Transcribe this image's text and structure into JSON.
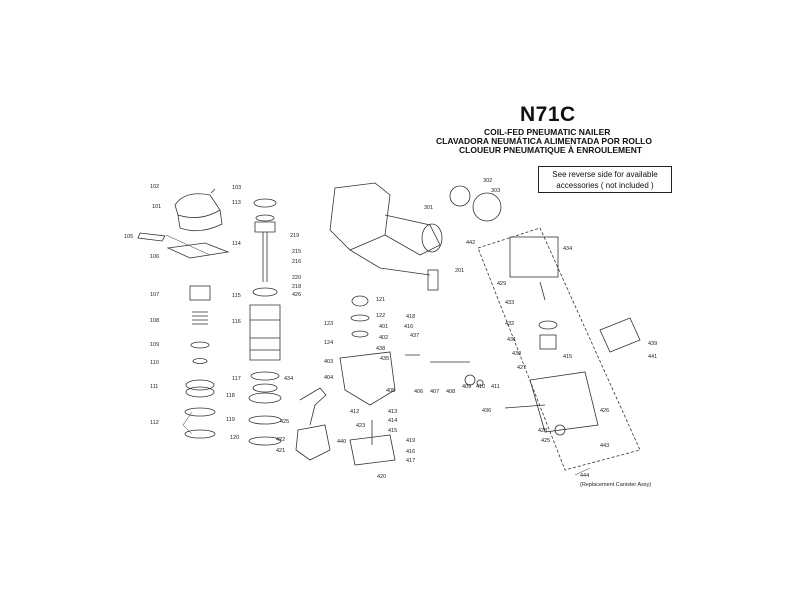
{
  "header": {
    "model": "N71C",
    "line_en": "COIL-FED PNEUMATIC NAILER",
    "line_es": "CLAVADORA NEUMÁTICA ALIMENTADA POR ROLLO",
    "line_fr": "CLOUEUR PNEUMATIQUE À ENROULEMENT"
  },
  "note": "See reverse side for available accessories ( not included )",
  "footnote": {
    "part": "444",
    "text": "(Replacement Canister Assy)"
  },
  "part_labels": [
    "101",
    "102",
    "103",
    "105",
    "106",
    "107",
    "108",
    "109",
    "110",
    "111",
    "112",
    "113",
    "114",
    "115",
    "116",
    "117",
    "118",
    "119",
    "120",
    "121",
    "122",
    "123",
    "124",
    "201",
    "215",
    "216",
    "218",
    "219",
    "220",
    "301",
    "302",
    "303",
    "401",
    "402",
    "403",
    "404",
    "405",
    "406",
    "407",
    "408",
    "409",
    "410",
    "411",
    "412",
    "413",
    "414",
    "415",
    "416",
    "417",
    "418",
    "419",
    "420",
    "421",
    "422",
    "423",
    "424",
    "425",
    "426",
    "427",
    "428",
    "429",
    "430",
    "431",
    "432",
    "433",
    "434",
    "435",
    "436",
    "437",
    "438",
    "439",
    "440",
    "441",
    "442",
    "443"
  ]
}
